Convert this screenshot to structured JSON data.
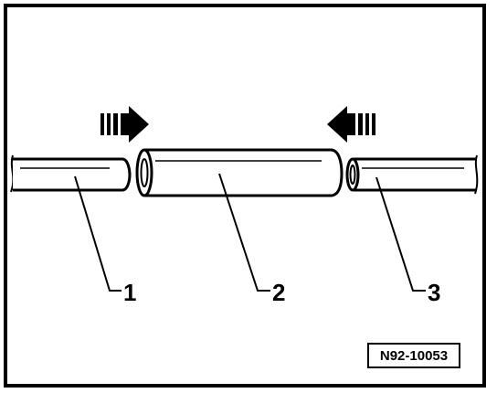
{
  "diagram": {
    "callouts": [
      {
        "id": "1",
        "label": "1"
      },
      {
        "id": "2",
        "label": "2"
      },
      {
        "id": "3",
        "label": "3"
      }
    ],
    "reference_code": "N92-10053",
    "colors": {
      "ink": "#000000",
      "background": "#ffffff"
    },
    "icons": [
      "arrow-right-icon",
      "arrow-left-icon"
    ]
  }
}
